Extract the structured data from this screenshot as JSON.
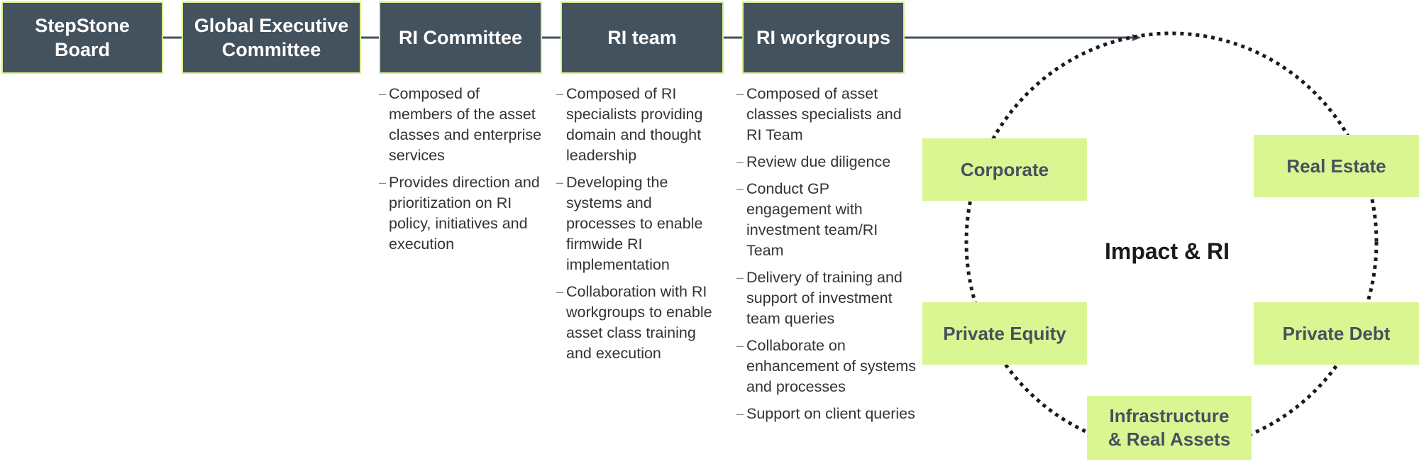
{
  "chain": [
    {
      "label": "StepStone Board"
    },
    {
      "label": "Global Executive Committee"
    },
    {
      "label": "RI Committee"
    },
    {
      "label": "RI team"
    },
    {
      "label": "RI workgroups"
    }
  ],
  "columns": {
    "ri_committee": [
      "Composed of members of the asset classes and enterprise services",
      "Provides direction and prioritization on RI policy,  initiatives and execution"
    ],
    "ri_team": [
      "Composed of RI specialists providing domain and thought leadership",
      "Developing the systems and processes to enable  firmwide RI implementation",
      "Collaboration with RI workgroups to enable asset class training and execution"
    ],
    "ri_workgroups": [
      "Composed of asset classes specialists and RI Team",
      "Review due diligence",
      "Conduct GP engagement with investment team/RI Team",
      "Delivery of training and support of investment team queries",
      "Collaborate on enhancement of systems and processes",
      "Support on client queries"
    ]
  },
  "circle": {
    "center_label": "Impact & RI",
    "segments": {
      "corporate": "Corporate",
      "real_estate": "Real Estate",
      "private_equity": "Private Equity",
      "private_debt": "Private Debt",
      "infrastructure": "Infrastructure & Real Assets"
    }
  },
  "colors": {
    "box_fill": "#44525e",
    "box_border": "#d6f08d",
    "tile_fill": "#d9f693",
    "tile_text": "#44525e",
    "connector": "#44525e"
  }
}
